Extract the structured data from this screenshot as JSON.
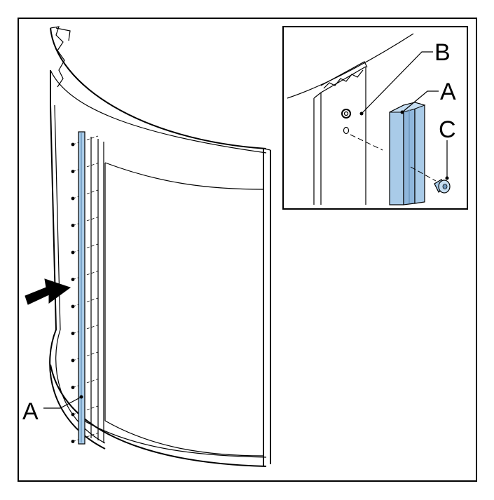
{
  "diagram": {
    "labels": {
      "main_callout": "A",
      "inset_b": "B",
      "inset_a": "A",
      "inset_c": "C"
    },
    "colors": {
      "frame": "#000000",
      "rail_fill": "#a9cbe8",
      "rail_dark": "#6f99c0",
      "glass": "#ffffff",
      "arrow": "#000000"
    },
    "icons": {
      "direction_arrow": "arrow-right-icon",
      "screw": "screw-icon"
    }
  }
}
